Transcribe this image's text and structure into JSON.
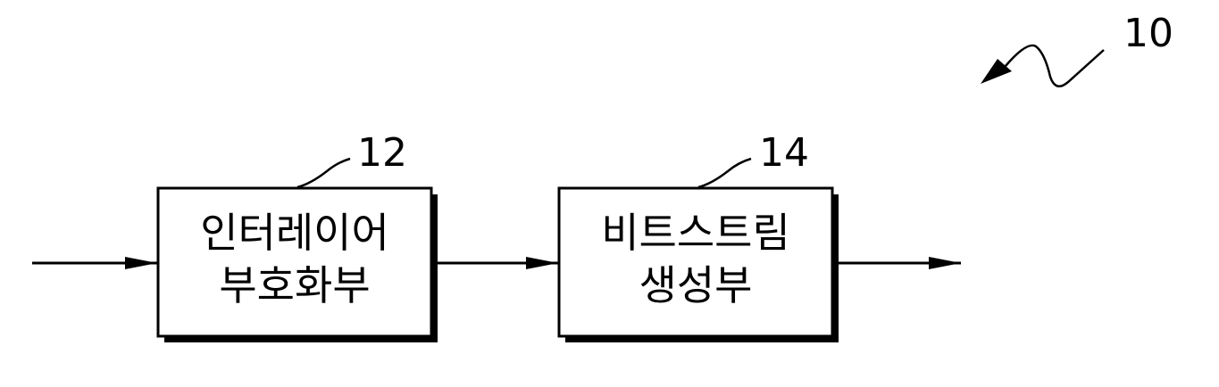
{
  "diagram": {
    "figure_ref": "10",
    "blocks": [
      {
        "ref": "12",
        "line1": "인터레이어",
        "line2": "부호화부"
      },
      {
        "ref": "14",
        "line1": "비트스트림",
        "line2": "생성부"
      }
    ]
  }
}
